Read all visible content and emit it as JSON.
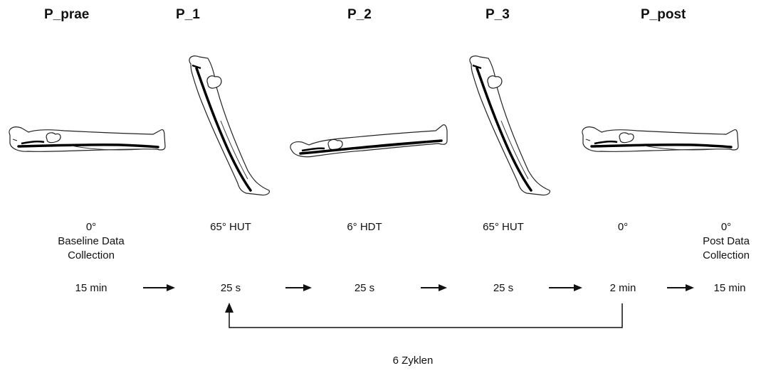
{
  "phases": [
    "P_prae",
    "P_1",
    "P_2",
    "P_3",
    "P_post"
  ],
  "stages": [
    {
      "angle": "0°",
      "note_line1": "Baseline Data",
      "note_line2": "Collection",
      "duration": "15 min"
    },
    {
      "angle": "65° HUT",
      "duration": "25 s"
    },
    {
      "angle": "6° HDT",
      "duration": "25 s"
    },
    {
      "angle": "65° HUT",
      "duration": "25 s"
    },
    {
      "angle": "0°",
      "duration": "2 min"
    },
    {
      "angle": "0°",
      "note_line1": "Post Data",
      "note_line2": "Collection",
      "duration": "15 min"
    }
  ],
  "cycle_label": "6 Zyklen",
  "colors": {
    "line": "#111111",
    "text": "#111111"
  }
}
